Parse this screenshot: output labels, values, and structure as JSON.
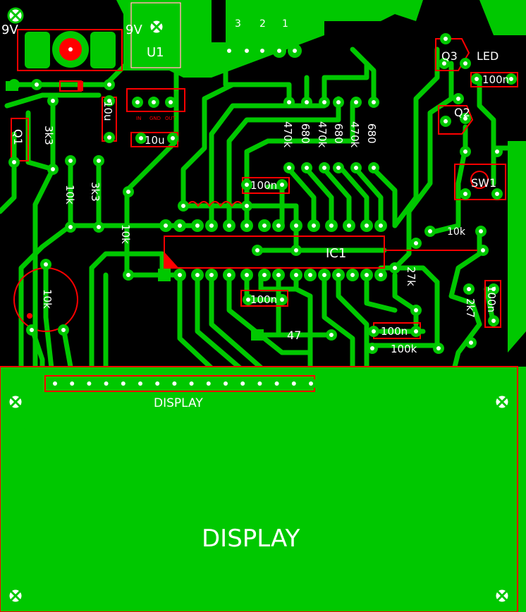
{
  "colors": {
    "background": "#000000",
    "copper": "#00C800",
    "pad": "#00C800",
    "drill": "#FFFFFF",
    "silkscreen": "#FF0000",
    "text": "#FFFFFF"
  },
  "labels": {
    "supply_left": "9V",
    "supply_right": "9V",
    "regulator": "U1",
    "reg_in": "IN",
    "reg_gnd": "GND",
    "reg_out": "OUT",
    "header_pin3": "3",
    "header_pin2": "2",
    "header_pin1": "1",
    "q3": "Q3",
    "led": "LED",
    "q2": "Q2",
    "q1": "Q1",
    "sw1": "SW1",
    "ic1": "IC1",
    "display_header": "DISPLAY",
    "display_module": "DISPLAY"
  },
  "components": {
    "cap_10u_a": "10u",
    "cap_10u_b": "10u",
    "r_3k3_a": "3k3",
    "r_3k3_b": "3k3",
    "r_10k_a": "10k",
    "r_10k_b": "10k",
    "r_470k_a": "470k",
    "r_680_a": "680",
    "r_470k_b": "470k",
    "r_680_b": "680",
    "r_470k_c": "470k",
    "r_680_c": "680",
    "cap_100n_top": "100n",
    "cap_100n_led": "100n",
    "cap_100n_mid": "100n",
    "cap_100n_right": "100n",
    "cap_100n_low": "100n",
    "r_10k_c": "10k",
    "r_27k": "27k",
    "r_2k7": "2k7",
    "r_47": "47",
    "r_100k": "100k",
    "pot_10k": "10k"
  }
}
